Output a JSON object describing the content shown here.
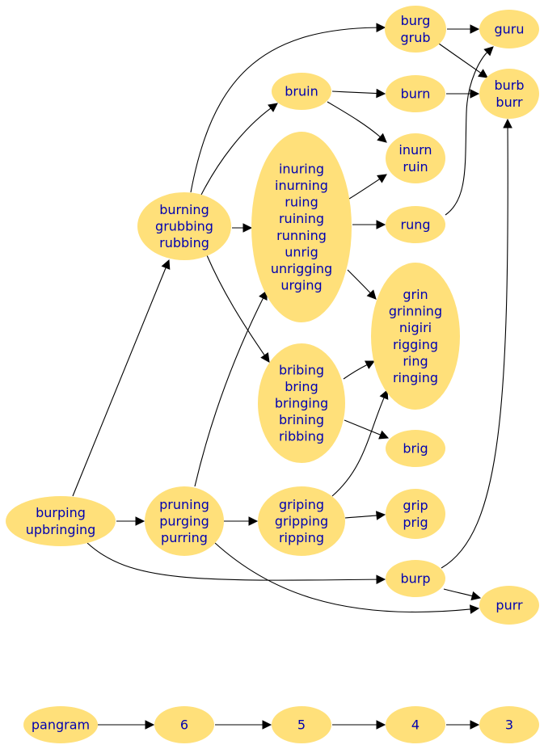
{
  "nodes": {
    "burg_grub": {
      "lines": [
        "burg",
        "grub"
      ]
    },
    "guru": {
      "lines": [
        "guru"
      ]
    },
    "bruin": {
      "lines": [
        "bruin"
      ]
    },
    "burn": {
      "lines": [
        "burn"
      ]
    },
    "burb_burr": {
      "lines": [
        "burb",
        "burr"
      ]
    },
    "inuring_group": {
      "lines": [
        "inuring",
        "inurning",
        "ruing",
        "ruining",
        "running",
        "unrig",
        "unrigging",
        "urging"
      ]
    },
    "inurn_ruin": {
      "lines": [
        "inurn",
        "ruin"
      ]
    },
    "burning_group": {
      "lines": [
        "burning",
        "grubbing",
        "rubbing"
      ]
    },
    "rung": {
      "lines": [
        "rung"
      ]
    },
    "grin_group": {
      "lines": [
        "grin",
        "grinning",
        "nigiri",
        "rigging",
        "ring",
        "ringing"
      ]
    },
    "bribing_group": {
      "lines": [
        "bribing",
        "bring",
        "bringing",
        "brining",
        "ribbing"
      ]
    },
    "brig": {
      "lines": [
        "brig"
      ]
    },
    "burping_group": {
      "lines": [
        "burping",
        "upbringing"
      ]
    },
    "pruning_group": {
      "lines": [
        "pruning",
        "purging",
        "purring"
      ]
    },
    "griping_group": {
      "lines": [
        "griping",
        "gripping",
        "ripping"
      ]
    },
    "grip_prig": {
      "lines": [
        "grip",
        "prig"
      ]
    },
    "burp": {
      "lines": [
        "burp"
      ]
    },
    "purr": {
      "lines": [
        "purr"
      ]
    },
    "pangram": {
      "lines": [
        "pangram"
      ]
    },
    "n6": {
      "lines": [
        "6"
      ]
    },
    "n5": {
      "lines": [
        "5"
      ]
    },
    "n4": {
      "lines": [
        "4"
      ]
    },
    "n3": {
      "lines": [
        "3"
      ]
    }
  },
  "edges": [
    [
      "burg_grub",
      "guru"
    ],
    [
      "burg_grub",
      "burb_burr"
    ],
    [
      "bruin",
      "burn"
    ],
    [
      "bruin",
      "inurn_ruin"
    ],
    [
      "burn",
      "burb_burr"
    ],
    [
      "inuring_group",
      "inurn_ruin"
    ],
    [
      "inuring_group",
      "rung"
    ],
    [
      "inuring_group",
      "grin_group"
    ],
    [
      "rung",
      "guru"
    ],
    [
      "burning_group",
      "burg_grub"
    ],
    [
      "burning_group",
      "bruin"
    ],
    [
      "burning_group",
      "inuring_group"
    ],
    [
      "burning_group",
      "bribing_group"
    ],
    [
      "bribing_group",
      "grin_group"
    ],
    [
      "bribing_group",
      "brig"
    ],
    [
      "burping_group",
      "burning_group"
    ],
    [
      "burping_group",
      "pruning_group"
    ],
    [
      "burping_group",
      "burp"
    ],
    [
      "pruning_group",
      "inuring_group"
    ],
    [
      "pruning_group",
      "griping_group"
    ],
    [
      "pruning_group",
      "purr"
    ],
    [
      "griping_group",
      "grin_group"
    ],
    [
      "griping_group",
      "grip_prig"
    ],
    [
      "burp",
      "burb_burr"
    ],
    [
      "burp",
      "purr"
    ],
    [
      "pangram",
      "n6"
    ],
    [
      "n6",
      "n5"
    ],
    [
      "n5",
      "n4"
    ],
    [
      "n4",
      "n3"
    ]
  ],
  "colors": {
    "node_fill": "#ffe07a",
    "node_text": "#0000b0",
    "edge": "#000000"
  }
}
